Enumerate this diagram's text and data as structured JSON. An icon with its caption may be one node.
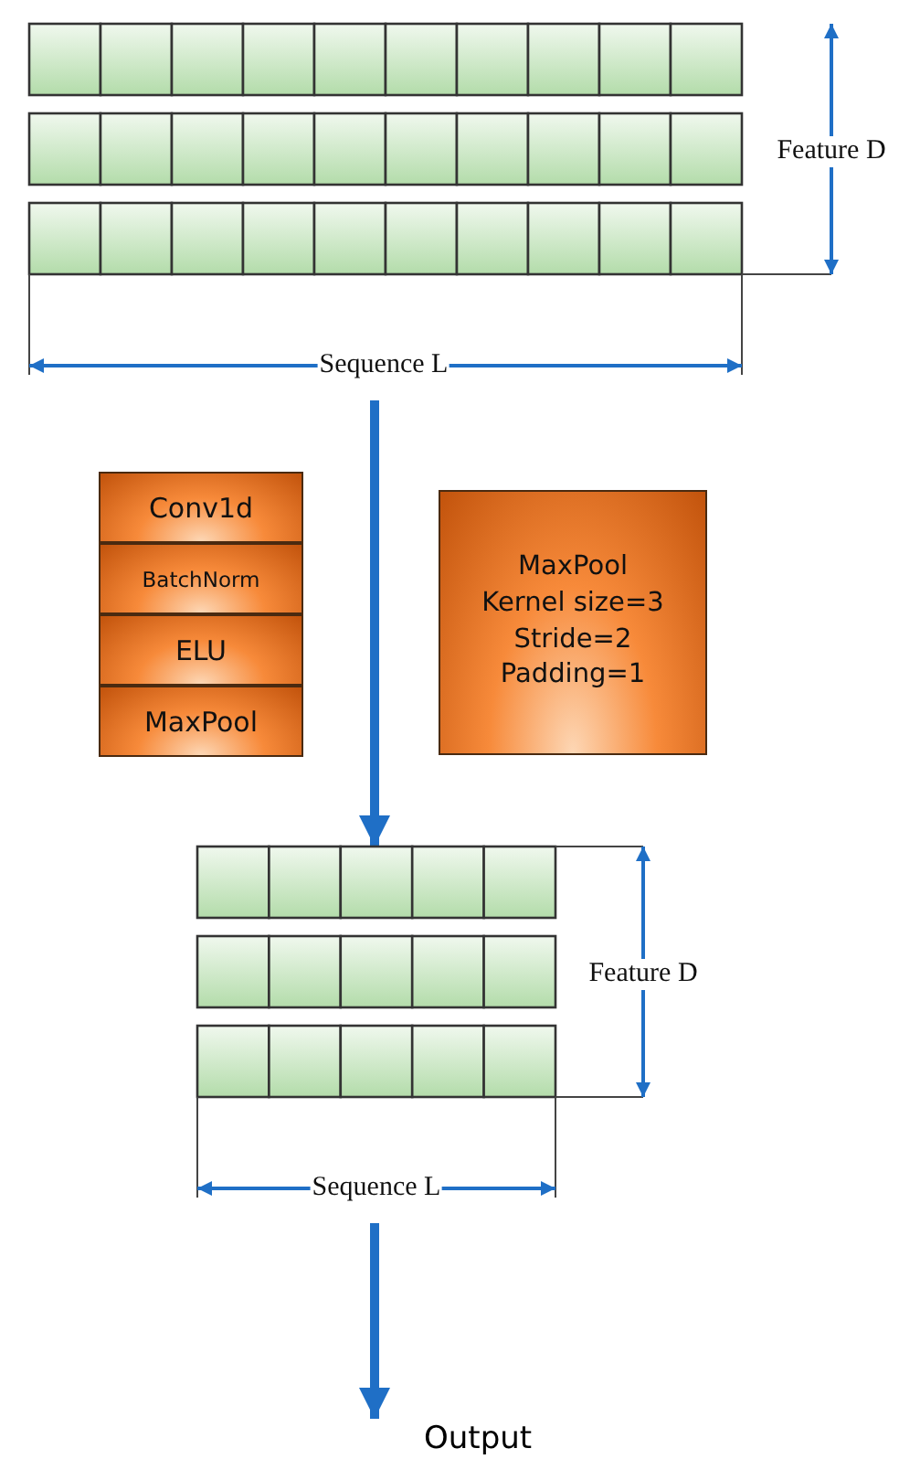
{
  "diagram": {
    "nodes": [
      {
        "text": [],
        "shape": "box"
      },
      {
        "text": [],
        "shape": "box"
      },
      {
        "text": [
          "Output"
        ]
      },
      {
        "text": [
          "Conv1d"
        ]
      },
      {
        "text": [
          "BatchNorm"
        ]
      },
      {
        "text": [
          "ELU"
        ]
      },
      {
        "text": [
          "MaxPool"
        ]
      },
      {
        "text": [
          "MaxPool",
          "Kernel size=3",
          "Stride=2",
          "Padding=1"
        ]
      }
    ],
    "edges": [
      {
        "from": 0,
        "to": 1,
        "arrow": "to"
      },
      {
        "from": 1,
        "to": 2,
        "arrow": "to"
      }
    ],
    "labels": [
      "Feature D",
      "Sequence L",
      "Feature D",
      "Sequence L"
    ]
  }
}
